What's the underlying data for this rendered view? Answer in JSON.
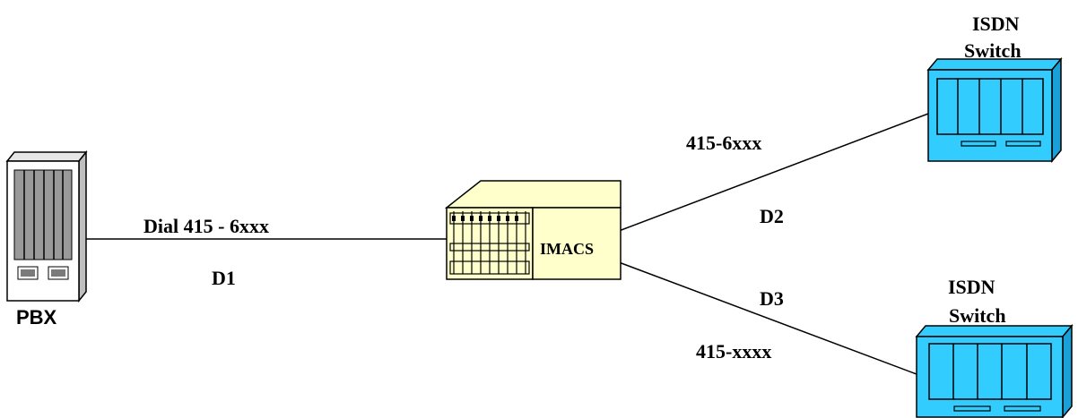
{
  "pbx": {
    "label": "PBX"
  },
  "imacs": {
    "label": "IMACS"
  },
  "switch_top": {
    "label_line1": "ISDN",
    "label_line2": "Switch"
  },
  "switch_bottom": {
    "label_line1": "ISDN",
    "label_line2": "Switch"
  },
  "links": {
    "d1": {
      "dial_label": "Dial 415 - 6xxx",
      "channel_label": "D1"
    },
    "d2": {
      "number_label": "415-6xxx",
      "channel_label": "D2"
    },
    "d3": {
      "number_label": "415-xxxx",
      "channel_label": "D3"
    }
  },
  "colors": {
    "switch_fill": "#33ccff",
    "imacs_fill": "#ffffcc",
    "pbx_fill": "#ffffff",
    "pbx_slot": "#808080",
    "line": "#000000"
  }
}
